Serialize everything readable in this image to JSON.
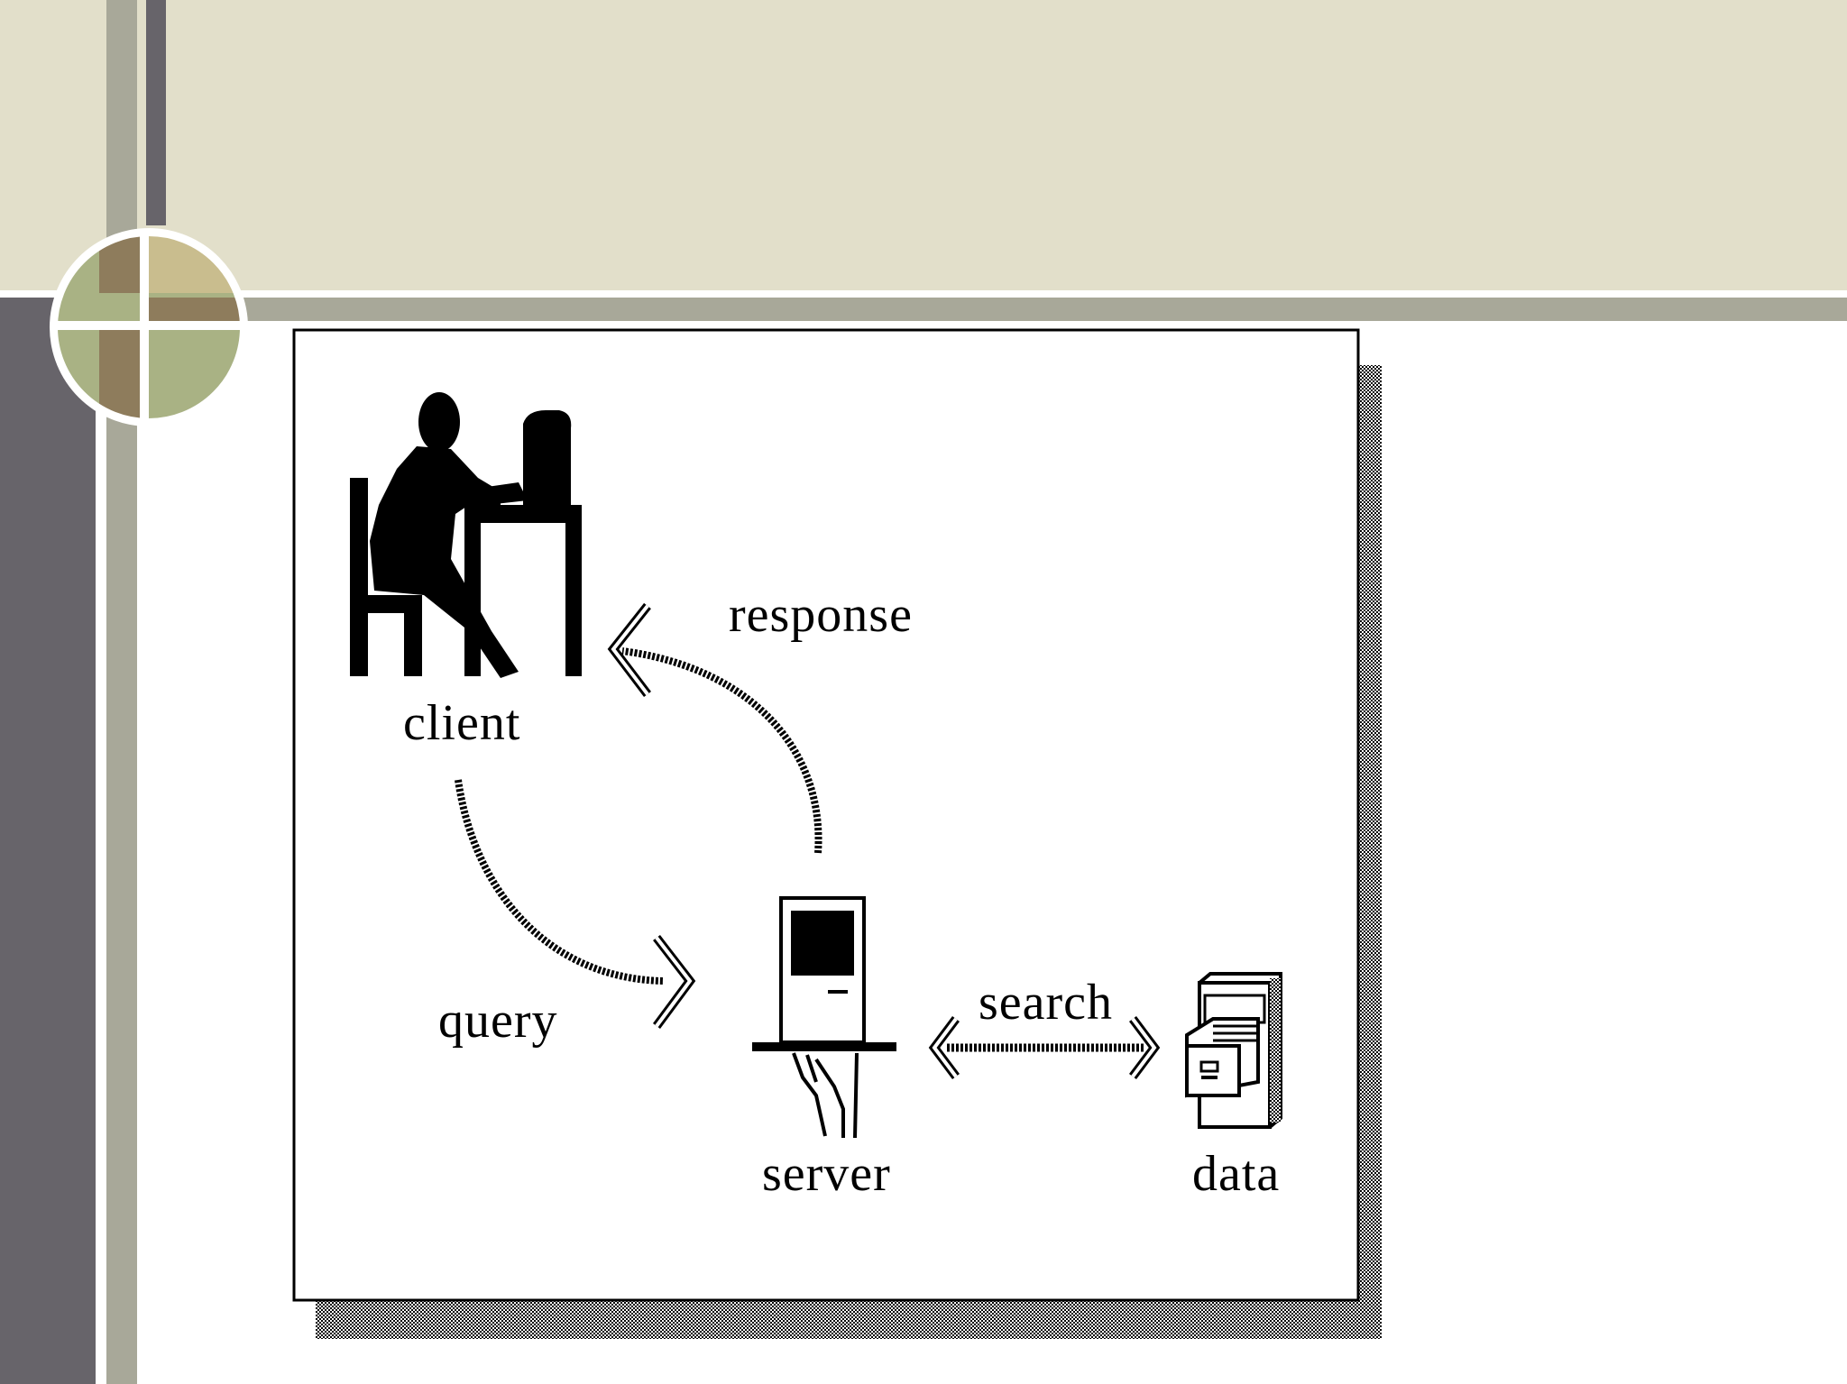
{
  "theme": {
    "banner_color": "#e2dfca",
    "gray_bar_color": "#a8a899",
    "dark_bar_color": "#67646a",
    "circle_olive": "#a9b284",
    "circle_brown": "#8e7c5c",
    "circle_tan": "#c9bd8e"
  },
  "diagram": {
    "labels": {
      "client": "client",
      "server": "server",
      "data": "data",
      "query": "query",
      "response": "response",
      "search": "search"
    }
  }
}
